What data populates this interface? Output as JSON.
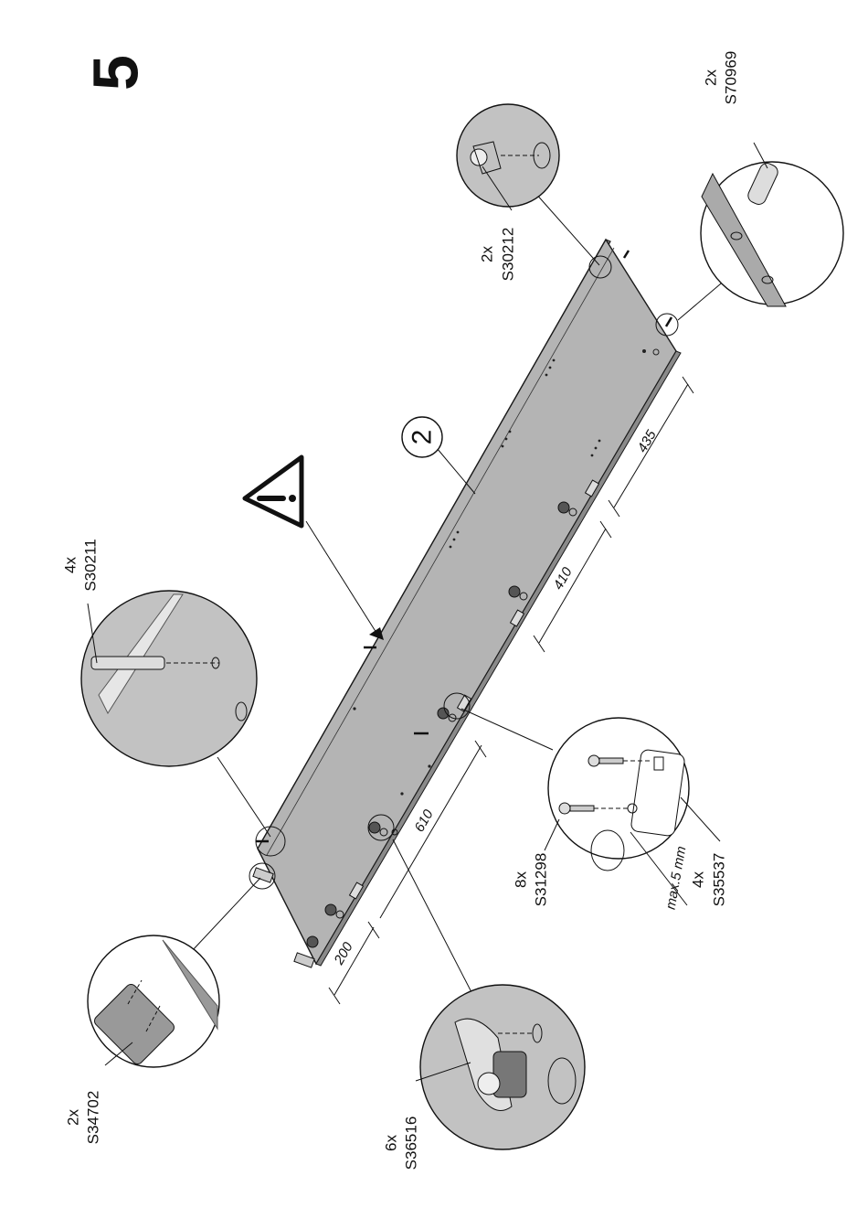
{
  "step_number": "5",
  "panel_label": "2",
  "parts": {
    "s30211": {
      "qty": "4x",
      "code": "S30211"
    },
    "s34702": {
      "qty": "2x",
      "code": "S34702"
    },
    "s36516": {
      "qty": "6x",
      "code": "S36516"
    },
    "s31298": {
      "qty": "8x",
      "code": "S31298"
    },
    "s35537": {
      "qty": "4x",
      "code": "S35537"
    },
    "s30212": {
      "qty": "2x",
      "code": "S30212"
    },
    "s70969": {
      "qty": "2x",
      "code": "S70969"
    }
  },
  "dimensions": {
    "d200": "200",
    "d610": "610",
    "d410": "410",
    "d435": "435",
    "max_depth": "max.5 mm"
  },
  "colors": {
    "panel": "#b4b4b4",
    "panel_edge": "#8a8a8a",
    "detail_fill": "#c2c2c2",
    "line": "#1a1a1a"
  }
}
